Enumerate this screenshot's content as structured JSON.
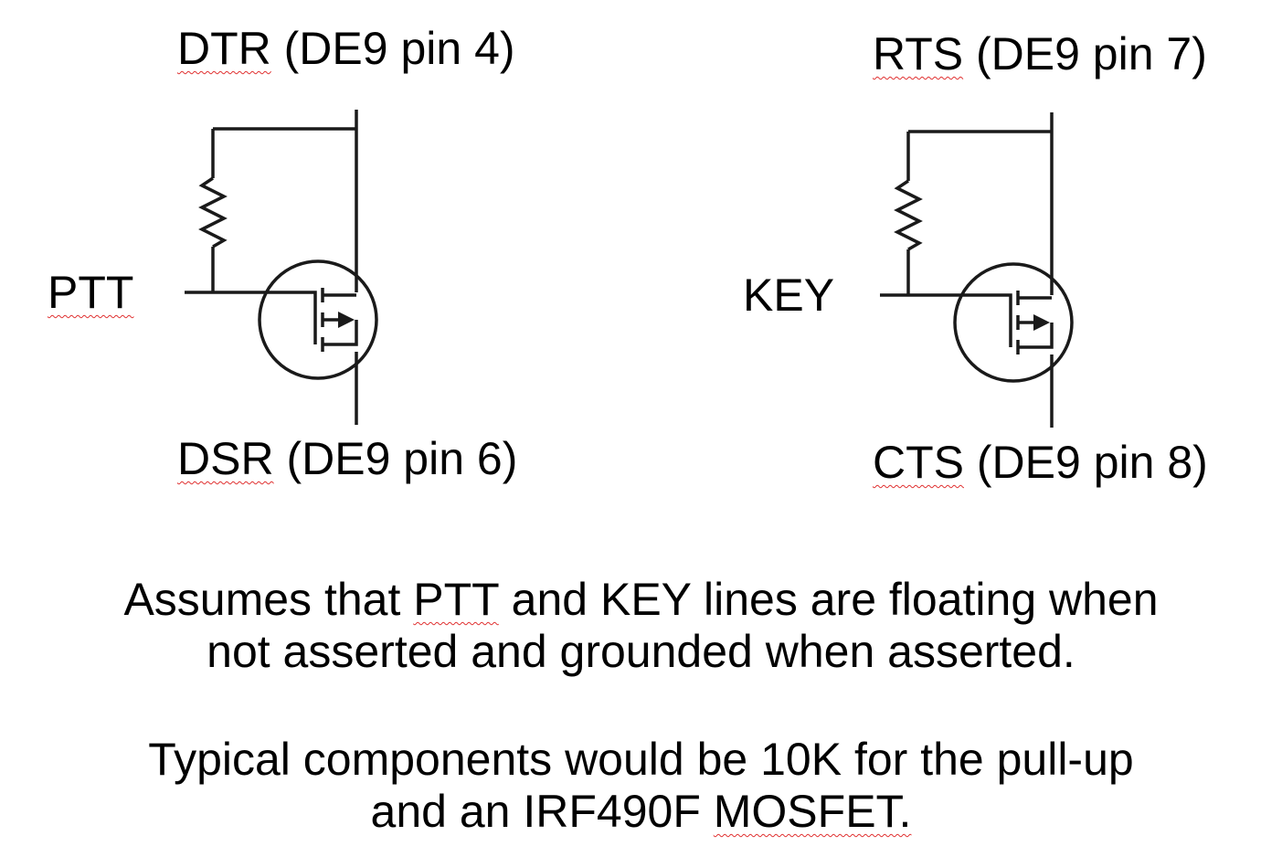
{
  "circuits": [
    {
      "top_label_term": "DTR",
      "top_label_rest": " (DE9 pin 4)",
      "bottom_label_term": "DSR",
      "bottom_label_rest": " (DE9 pin 6)",
      "input_label": "PTT"
    },
    {
      "top_label_term": "RTS",
      "top_label_rest": " (DE9 pin 7)",
      "bottom_label_term": "CTS",
      "bottom_label_rest": " (DE9 pin 8)",
      "input_label": "KEY"
    }
  ],
  "notes": {
    "note1_part1": "Assumes that ",
    "note1_term": "PTT",
    "note1_part2": " and KEY lines are floating when",
    "note1_line2": "not asserted and grounded when asserted.",
    "note2_line1": "Typical components would be 10K for the pull-up",
    "note2_part1": "and an IRF490F ",
    "note2_term": "MOSFET.",
    "note2_part2": ""
  },
  "colors": {
    "text": "#000000",
    "wire": "#1a1a1a",
    "spellcheck_underline": "#e03030"
  }
}
